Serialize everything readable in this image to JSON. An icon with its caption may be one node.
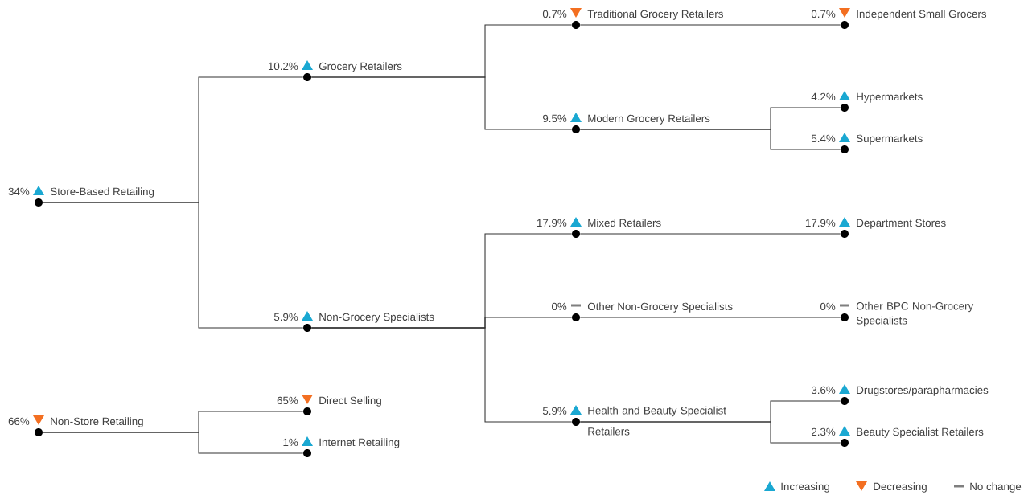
{
  "diagram": {
    "nodes": [
      {
        "text": [
          "34%",
          "Store-Based Retailing"
        ]
      },
      {
        "text": [
          "10.2%",
          "Grocery Retailers"
        ]
      },
      {
        "text": [
          "5.9%",
          "Non-Grocery Specialists"
        ]
      },
      {
        "text": [
          "0.7%",
          "Traditional Grocery Retailers"
        ]
      },
      {
        "text": [
          "9.5%",
          "Modern Grocery Retailers"
        ]
      },
      {
        "text": [
          "0.7%",
          "Independent Small Grocers"
        ]
      },
      {
        "text": [
          "4.2%",
          "Hypermarkets"
        ]
      },
      {
        "text": [
          "5.4%",
          "Supermarkets"
        ]
      },
      {
        "text": [
          "17.9%",
          "Mixed Retailers"
        ]
      },
      {
        "text": [
          "0%",
          "Other Non-Grocery Specialists"
        ]
      },
      {
        "text": [
          "5.9%",
          "Health and Beauty Specialist Retailers"
        ]
      },
      {
        "text": [
          "17.9%",
          "Department Stores"
        ]
      },
      {
        "text": [
          "0%",
          "Other BPC Non-Grocery Specialists"
        ]
      },
      {
        "text": [
          "3.6%",
          "Drugstores/parapharmacies"
        ]
      },
      {
        "text": [
          "2.3%",
          "Beauty Specialist Retailers"
        ]
      },
      {
        "text": [
          "66%",
          "Non-Store Retailing"
        ]
      },
      {
        "text": [
          "65%",
          "Direct Selling"
        ]
      },
      {
        "text": [
          "1%",
          "Internet Retailing"
        ]
      }
    ],
    "edges": [
      {
        "from": 0,
        "to": 1,
        "arrow": "none"
      },
      {
        "from": 0,
        "to": 2,
        "arrow": "none"
      },
      {
        "from": 1,
        "to": 3,
        "arrow": "none"
      },
      {
        "from": 1,
        "to": 4,
        "arrow": "none"
      },
      {
        "from": 3,
        "to": 5,
        "arrow": "none"
      },
      {
        "from": 4,
        "to": 6,
        "arrow": "none"
      },
      {
        "from": 4,
        "to": 7,
        "arrow": "none"
      },
      {
        "from": 2,
        "to": 8,
        "arrow": "none"
      },
      {
        "from": 2,
        "to": 9,
        "arrow": "none"
      },
      {
        "from": 2,
        "to": 10,
        "arrow": "none"
      },
      {
        "from": 8,
        "to": 11,
        "arrow": "none"
      },
      {
        "from": 9,
        "to": 12,
        "arrow": "none"
      },
      {
        "from": 10,
        "to": 13,
        "arrow": "none"
      },
      {
        "from": 10,
        "to": 14,
        "arrow": "none"
      },
      {
        "from": 15,
        "to": 16,
        "arrow": "none"
      },
      {
        "from": 15,
        "to": 17,
        "arrow": "none"
      }
    ],
    "legend": [
      {
        "text": "Increasing"
      },
      {
        "text": "Decreasing"
      },
      {
        "text": "No change"
      }
    ]
  }
}
